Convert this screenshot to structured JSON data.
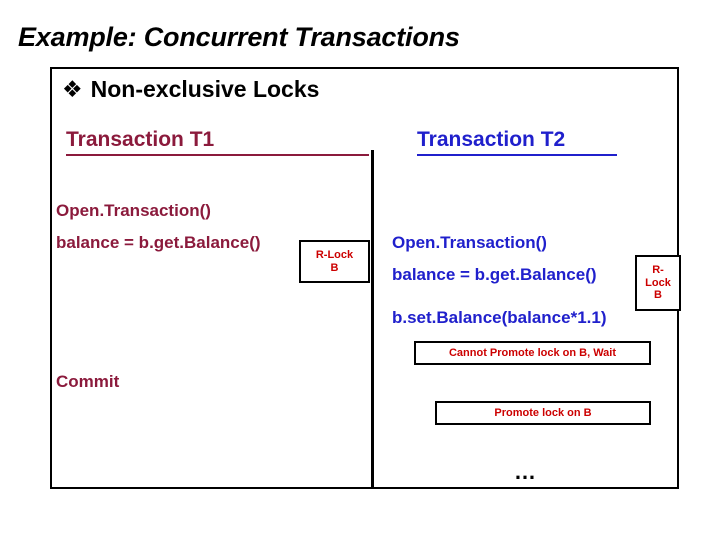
{
  "slide": {
    "title": "Example: Concurrent Transactions"
  },
  "bullet": {
    "glyph": "❖",
    "glyph_name": "diamond-bullet-icon",
    "text": "Non-exclusive Locks"
  },
  "colors": {
    "t1_maroon": "#8B1A3C",
    "t2_blue": "#2020CC",
    "annotation_red": "#CC0000",
    "frame_black": "#000000"
  },
  "columns": {
    "t1": {
      "header": "Transaction T1",
      "statements": [
        "Open.Transaction()",
        "balance = b.get.Balance()",
        "Commit"
      ],
      "lock_box": {
        "lines": [
          "R-Lock",
          "B"
        ]
      }
    },
    "t2": {
      "header": "Transaction T2",
      "statements": [
        "Open.Transaction()",
        "balance = b.get.Balance()",
        "b.set.Balance(balance*1.1)"
      ],
      "lock_box": {
        "lines": [
          "R-",
          "Lock",
          "B"
        ]
      }
    }
  },
  "notes": [
    {
      "text": "Cannot Promote lock on B, Wait"
    },
    {
      "text": "Promote lock on B"
    }
  ],
  "continuation": "…"
}
